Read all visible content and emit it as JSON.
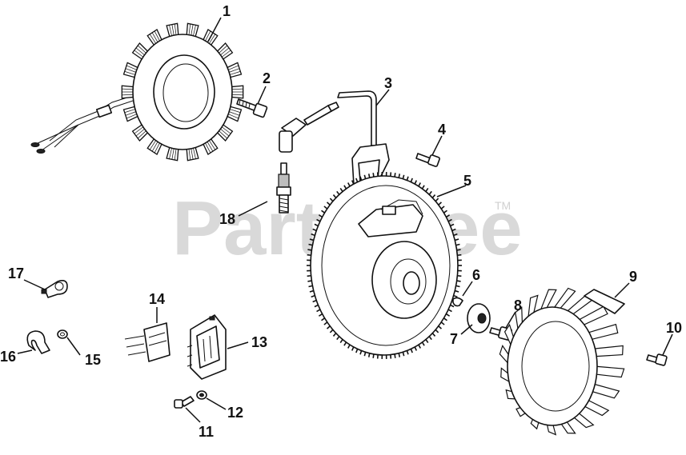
{
  "watermark": {
    "text": "PartsTree",
    "trademark": "TM"
  },
  "callouts": [
    {
      "id": "1"
    },
    {
      "id": "2"
    },
    {
      "id": "3"
    },
    {
      "id": "4"
    },
    {
      "id": "5"
    },
    {
      "id": "6"
    },
    {
      "id": "7"
    },
    {
      "id": "8"
    },
    {
      "id": "9"
    },
    {
      "id": "10"
    },
    {
      "id": "11"
    },
    {
      "id": "12"
    },
    {
      "id": "13"
    },
    {
      "id": "14"
    },
    {
      "id": "15"
    },
    {
      "id": "16"
    },
    {
      "id": "17"
    },
    {
      "id": "18"
    }
  ]
}
